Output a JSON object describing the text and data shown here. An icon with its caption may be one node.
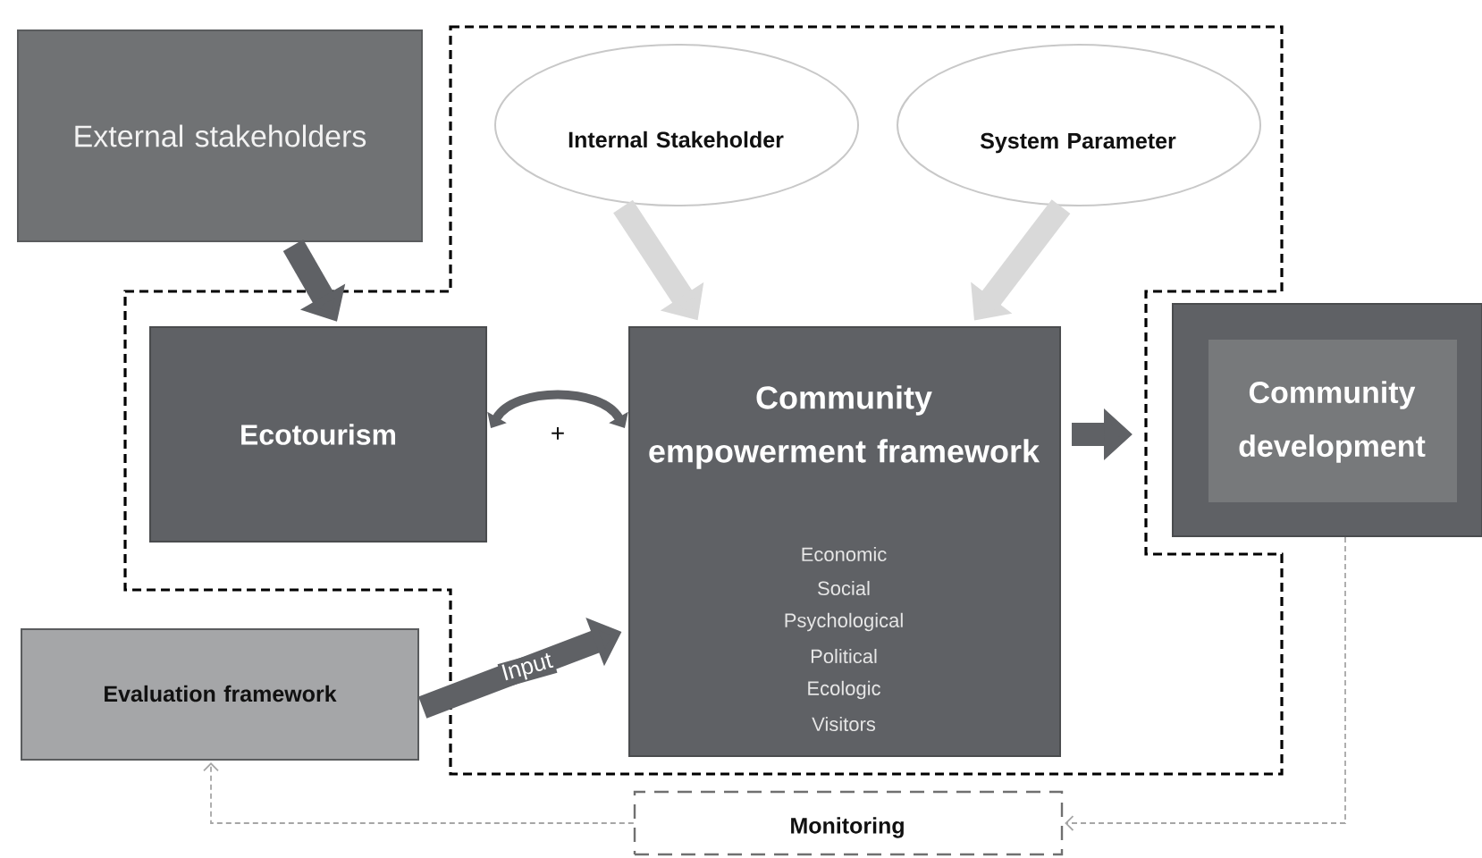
{
  "diagram": {
    "nodes": [
      {
        "text": [
          "External stakeholders"
        ]
      },
      {
        "text": [
          "Internal Stakeholder"
        ]
      },
      {
        "text": [
          "System Parameter"
        ]
      },
      {
        "text": [
          "Ecotourism"
        ]
      },
      {
        "text": [
          "Community empowerment framework",
          "Economic",
          "Social",
          "Psychological",
          "Political",
          "Ecologic",
          "Visitors"
        ]
      },
      {
        "text": [
          "Community development"
        ]
      },
      {
        "text": [
          "Evaluation framework"
        ]
      },
      {
        "text": [
          "Monitoring"
        ]
      }
    ],
    "edges": [
      {
        "from": 0,
        "to": 3,
        "arrow": "to"
      },
      {
        "from": 1,
        "to": 4,
        "arrow": "to",
        "color": "#d9d9d9"
      },
      {
        "from": 2,
        "to": 4,
        "arrow": "to",
        "color": "#d9d9d9"
      },
      {
        "from": 3,
        "to": 4,
        "arrow": "both",
        "label": "+"
      },
      {
        "from": 4,
        "to": 5,
        "arrow": "to"
      },
      {
        "from": 6,
        "to": 4,
        "arrow": "to",
        "label": "Input"
      },
      {
        "from": 5,
        "to": 7,
        "arrow": "to",
        "style": "dashed",
        "color": "#a6a6a6"
      },
      {
        "from": 7,
        "to": 6,
        "arrow": "to",
        "style": "dashed",
        "color": "#a6a6a6"
      }
    ]
  }
}
